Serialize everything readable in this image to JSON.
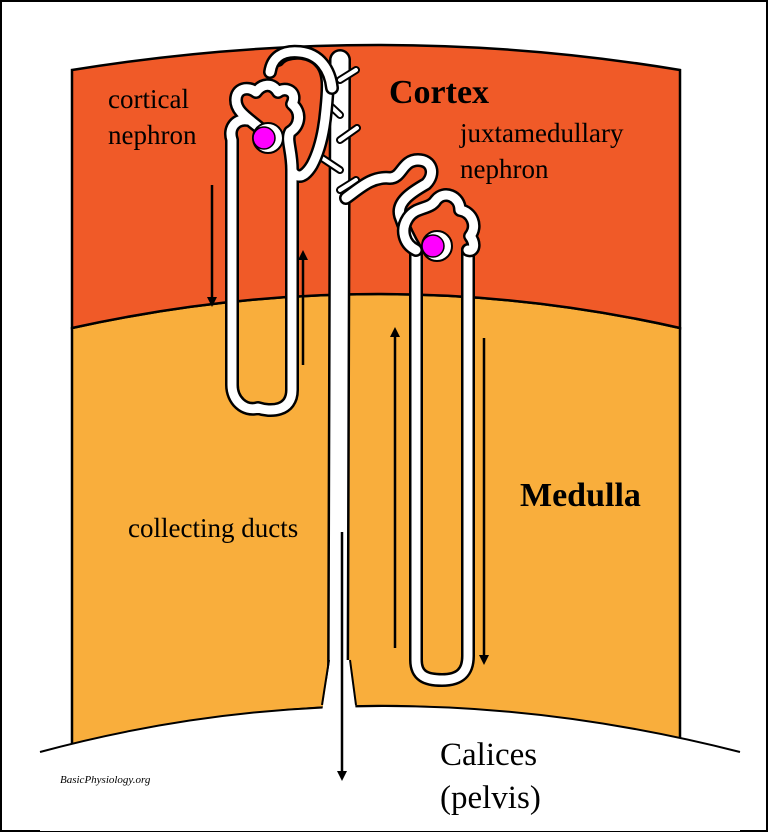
{
  "labels": {
    "cortex": "Cortex",
    "medulla": "Medulla",
    "cortical_nephron_line1": "cortical",
    "cortical_nephron_line2": "nephron",
    "juxtamedullary_line1": "juxtamedullary",
    "juxtamedullary_line2": "nephron",
    "collecting_ducts": "collecting ducts",
    "calices_line1": "Calices",
    "calices_line2": "(pelvis)",
    "credit": "BasicPhysiology.org"
  },
  "colors": {
    "cortex": "#F05A28",
    "medulla": "#F9AE3C",
    "glomerulus": "#FF00FF",
    "tubule": "#FFFFFF",
    "outline": "#000000"
  }
}
